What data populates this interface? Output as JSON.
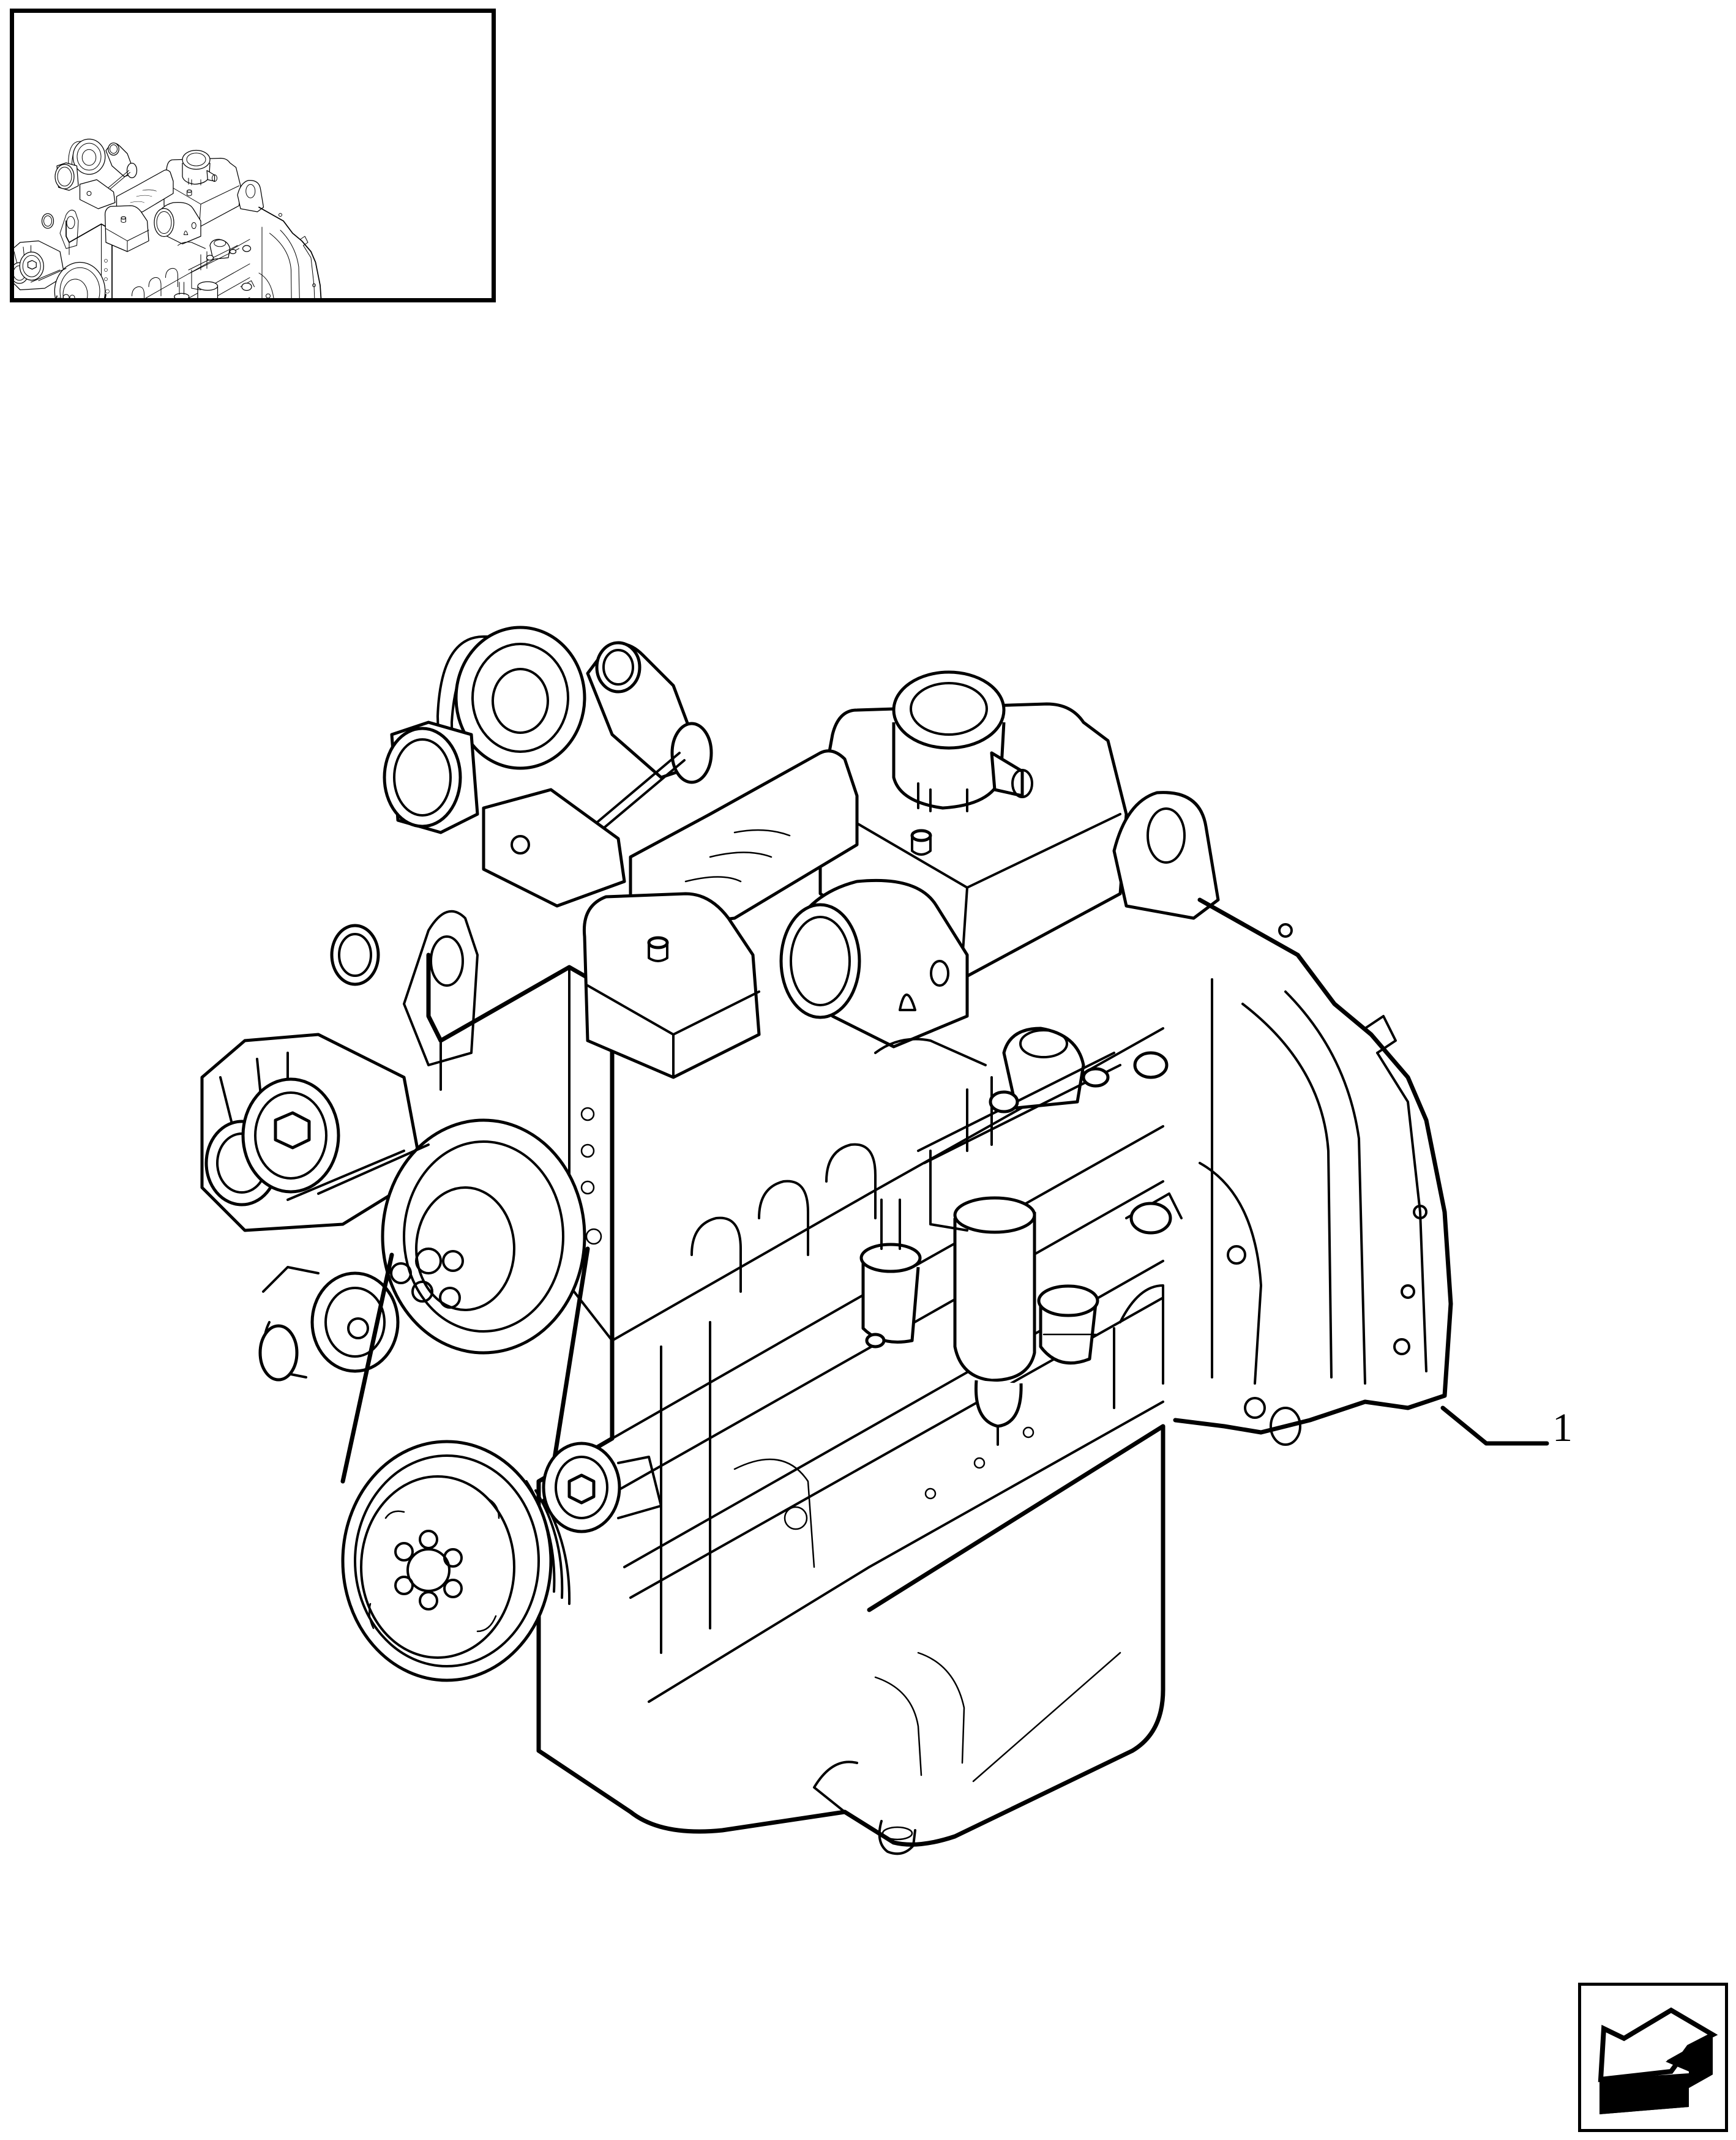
{
  "page": {
    "type": "parts-catalog-illustration",
    "background_color": "#ffffff",
    "line_color": "#000000"
  },
  "thumbnail": {
    "description": "Engine assembly overview thumbnail",
    "icon": "engine-thumbnail-icon"
  },
  "illustration": {
    "subject": "Engine assembly (4-cylinder diesel, isometric view)",
    "components": [
      "turbocharger",
      "breather-cap",
      "valve-cover-front",
      "valve-cover-rear",
      "intake-elbow",
      "lifting-eye-front",
      "lifting-eye-rear",
      "alternator",
      "water-pump-pulley",
      "idler-pulley",
      "belt-tensioner",
      "crankshaft-pulley",
      "fuel-filter",
      "oil-filter",
      "injection-pump",
      "flywheel-housing",
      "oil-pan",
      "drain-plug"
    ]
  },
  "callouts": [
    {
      "number": "1",
      "target": "engine-assembly"
    }
  ],
  "navigation": {
    "next_icon": "arrow-return-icon"
  }
}
